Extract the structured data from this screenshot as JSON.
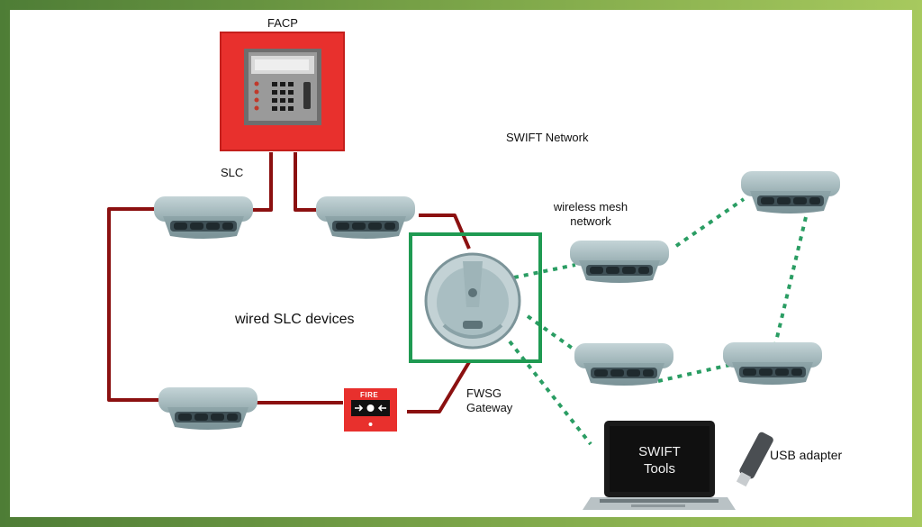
{
  "labels": {
    "facp": "FACP",
    "slc": "SLC",
    "swift_network": "SWIFT Network",
    "wireless_mesh_line1": "wireless mesh",
    "wireless_mesh_line2": "network",
    "wired_slc_devices": "wired SLC devices",
    "fwsg_line1": "FWSG",
    "fwsg_line2": "Gateway",
    "usb_adapter": "USB adapter",
    "pull_station": "FIRE"
  },
  "laptop": {
    "screen_line1": "SWIFT",
    "screen_line2": "Tools"
  },
  "icons": {
    "panel": "fire-alarm-control-panel-icon",
    "detector": "smoke-detector-icon",
    "gateway": "wireless-gateway-icon",
    "pull_station": "manual-pull-station-icon",
    "laptop": "laptop-icon",
    "usb": "usb-adapter-icon"
  },
  "colors": {
    "wired": "#8b1010",
    "wireless": "#2a9d63",
    "panel": "#e8302d",
    "gateway_box": "#1f9a52",
    "detector": "#9fb5b9"
  }
}
